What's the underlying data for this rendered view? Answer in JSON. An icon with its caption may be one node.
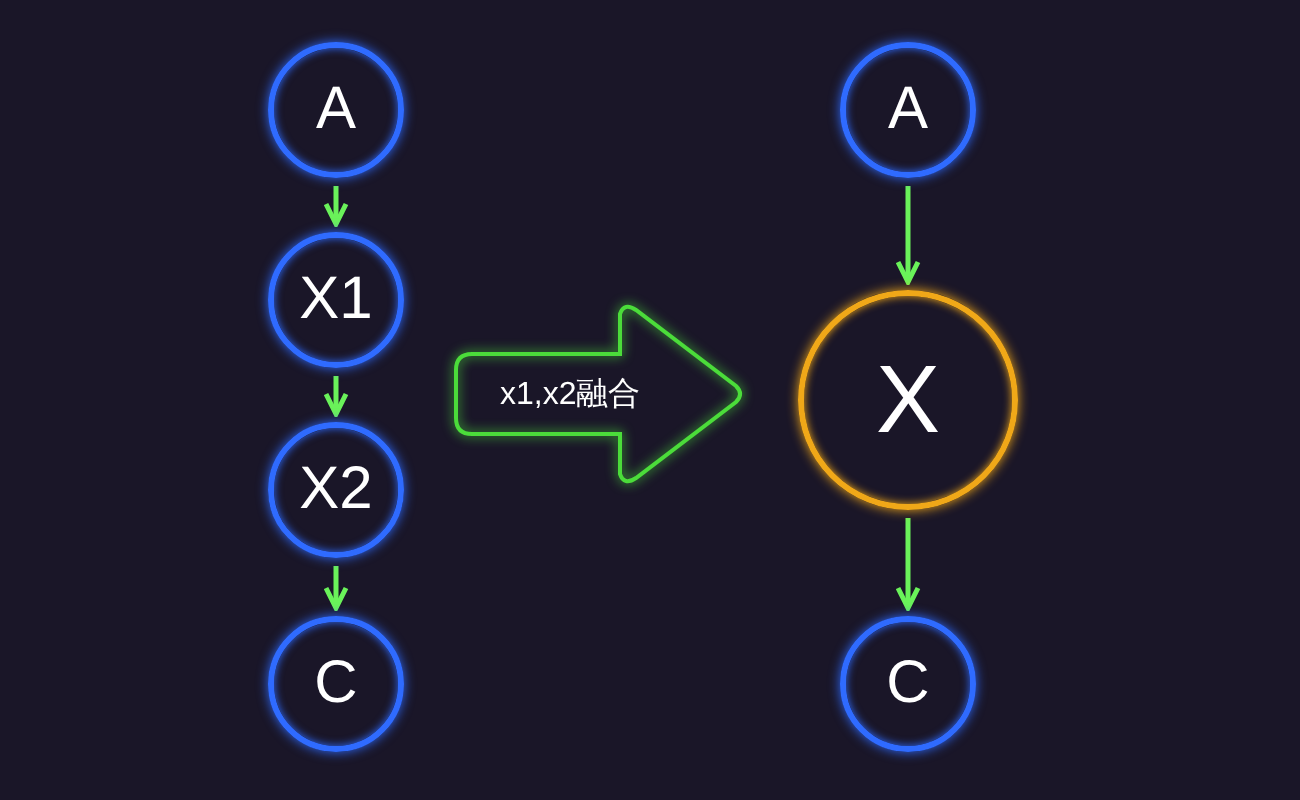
{
  "diagram": {
    "nodes": [
      {
        "text": [
          "A"
        ]
      },
      {
        "text": [
          "X1"
        ]
      },
      {
        "text": [
          "X2"
        ]
      },
      {
        "text": [
          "C"
        ]
      },
      {
        "text": [
          "A"
        ]
      },
      {
        "text": [
          "X"
        ]
      },
      {
        "text": [
          "C"
        ]
      }
    ],
    "edges": [
      {
        "from": 0,
        "to": 1,
        "arrow": "to"
      },
      {
        "from": 1,
        "to": 2,
        "arrow": "to"
      },
      {
        "from": 2,
        "to": 3,
        "arrow": "to"
      },
      {
        "from": 1,
        "to": 5,
        "arrow": "to",
        "label": "x1,x2融合",
        "style": "thick"
      },
      {
        "from": 4,
        "to": 5,
        "arrow": "to"
      },
      {
        "from": 5,
        "to": 6,
        "arrow": "to"
      }
    ]
  }
}
